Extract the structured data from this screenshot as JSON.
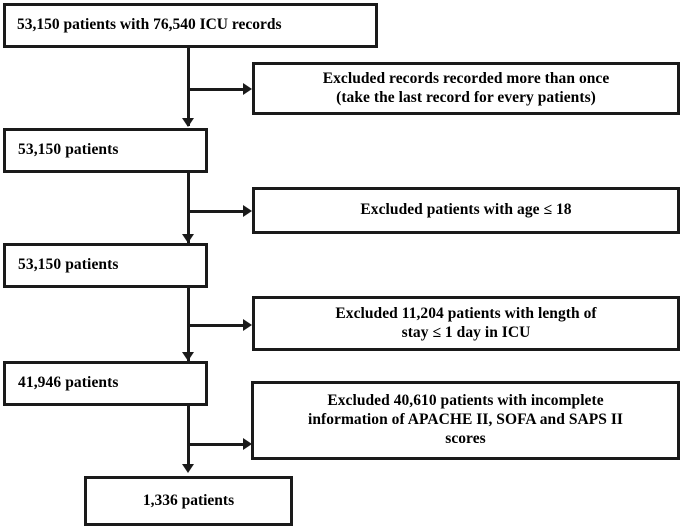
{
  "diagram": {
    "title": "Patient and ICU record selection flowchart",
    "type": "flowchart",
    "colors": {
      "box_border": "#1a1a1a",
      "box_fill": "#ffffff",
      "connector": "#1a1a1a",
      "text": "#000000"
    },
    "main_nodes": [
      {
        "id": "n1",
        "text": "53,150 patients with 76,540 ICU records"
      },
      {
        "id": "n2",
        "text": "53,150 patients"
      },
      {
        "id": "n3",
        "text": "53,150 patients"
      },
      {
        "id": "n4",
        "text": "41,946 patients"
      },
      {
        "id": "n5",
        "text": "1,336 patients"
      }
    ],
    "exclusion_nodes": [
      {
        "id": "e1",
        "line1": "Excluded records recorded more than once",
        "line2": "(take the last record for every patients)"
      },
      {
        "id": "e2",
        "line1": "Excluded patients with age ≤ 18",
        "line2": ""
      },
      {
        "id": "e3",
        "line1": "Excluded 11,204 patients with length of",
        "line2": "stay ≤ 1 day in ICU"
      },
      {
        "id": "e4",
        "line1": "Excluded 40,610 patients with incomplete",
        "line2": "information of APACHE II, SOFA and SAPS II",
        "line3": "scores"
      }
    ],
    "connectors": [
      {
        "id": "c1",
        "kind": "branch-arrow-right",
        "label": ""
      },
      {
        "id": "c2",
        "kind": "arrow-down",
        "label": ""
      },
      {
        "id": "c3",
        "kind": "branch-arrow-right",
        "label": ""
      },
      {
        "id": "c4",
        "kind": "arrow-down",
        "label": ""
      },
      {
        "id": "c5",
        "kind": "branch-arrow-right",
        "label": ""
      },
      {
        "id": "c6",
        "kind": "arrow-down",
        "label": ""
      },
      {
        "id": "c7",
        "kind": "branch-arrow-right",
        "label": ""
      },
      {
        "id": "c8",
        "kind": "arrow-down",
        "label": ""
      }
    ]
  }
}
